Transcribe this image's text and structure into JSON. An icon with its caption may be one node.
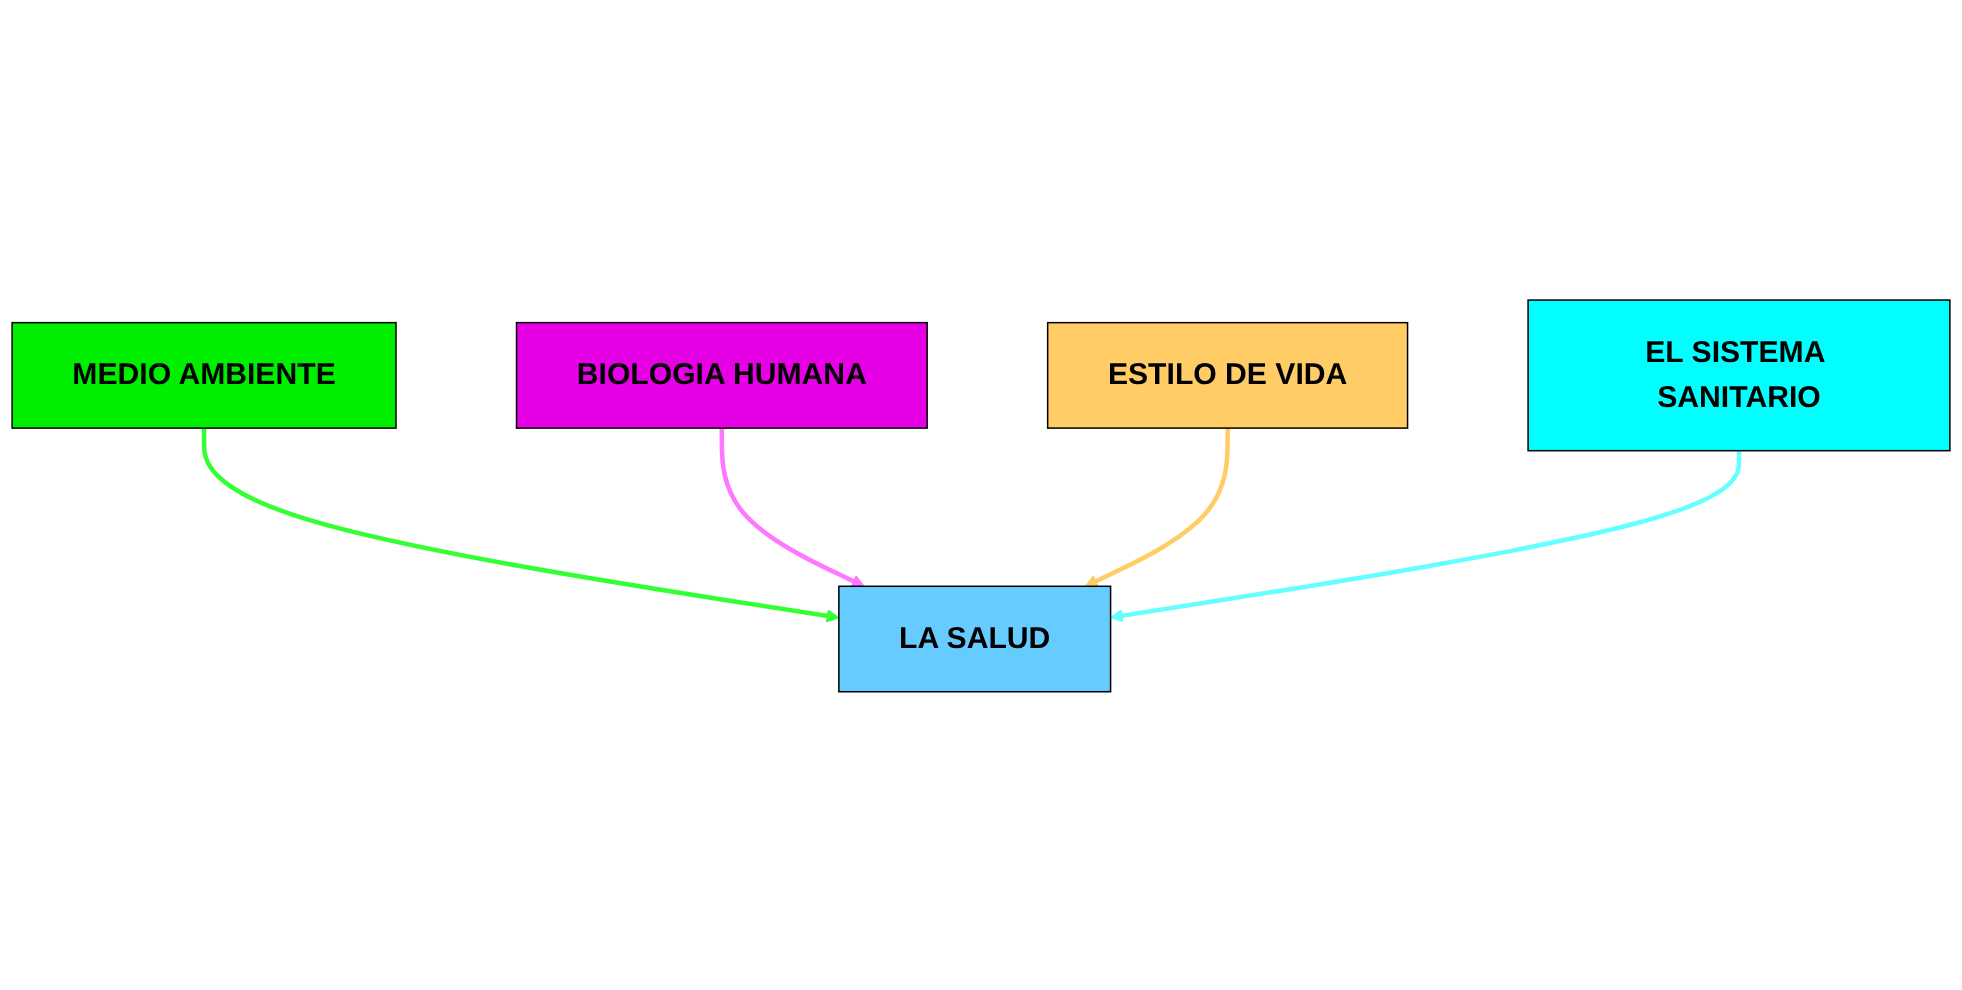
{
  "diagram": {
    "nodes": [
      {
        "text": [
          "MEDIO AMBIENTE"
        ]
      },
      {
        "text": [
          "BIOLOGIA HUMANA"
        ]
      },
      {
        "text": [
          "LA SALUD"
        ]
      },
      {
        "text": [
          "ESTILO DE VIDA"
        ]
      },
      {
        "text": [
          "EL SISTEMA SANITARIO"
        ]
      }
    ],
    "edges": [
      {
        "from": 0,
        "to": 2,
        "arrow": "to",
        "color": "#33ff33"
      },
      {
        "from": 1,
        "to": 2,
        "arrow": "to",
        "color": "#ff77ff"
      },
      {
        "from": 3,
        "to": 2,
        "arrow": "to",
        "color": "#ffcc66"
      },
      {
        "from": 4,
        "to": 2,
        "arrow": "to",
        "color": "#66ffff"
      }
    ]
  }
}
